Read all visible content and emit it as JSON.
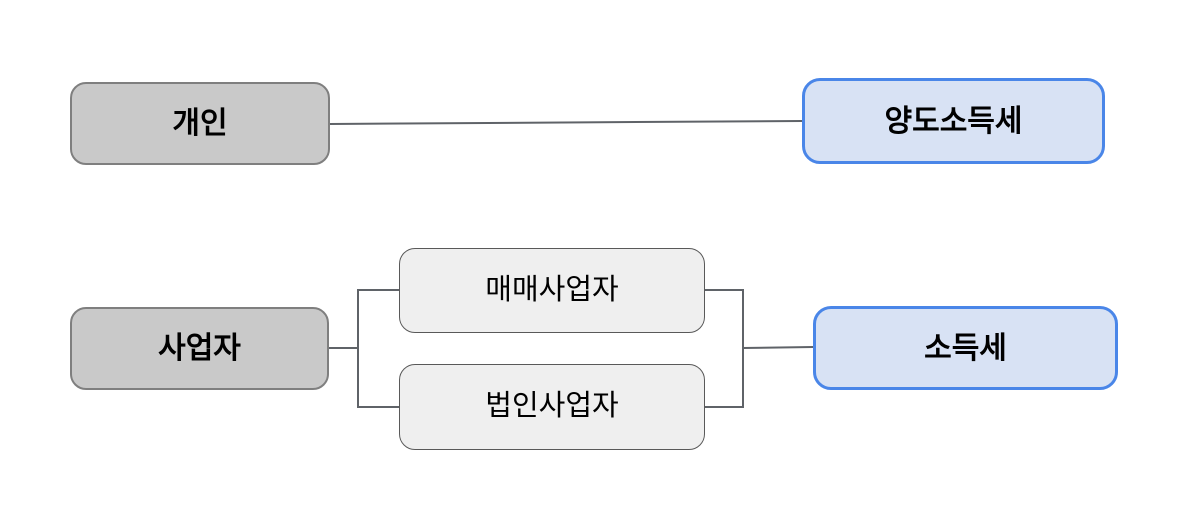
{
  "diagram": {
    "title_hint": "Korean real-estate tax classification flowchart",
    "nodes": {
      "individual": {
        "label": "개인",
        "style": "gray"
      },
      "capital_gains_tax": {
        "label": "양도소득세",
        "style": "blue"
      },
      "business": {
        "label": "사업자",
        "style": "gray"
      },
      "trading_business": {
        "label": "매매사업자",
        "style": "light"
      },
      "corporate_business": {
        "label": "법인사업자",
        "style": "light"
      },
      "income_tax": {
        "label": "소득세",
        "style": "blue"
      }
    },
    "edges": [
      {
        "from": "개인",
        "to": "양도소득세"
      },
      {
        "from": "사업자",
        "to": "매매사업자"
      },
      {
        "from": "사업자",
        "to": "법인사업자"
      },
      {
        "from": "매매사업자",
        "to": "소득세"
      },
      {
        "from": "법인사업자",
        "to": "소득세"
      }
    ],
    "colors": {
      "gray_node_fill": "#c9c9c9",
      "gray_node_border": "#7f7f7f",
      "light_node_fill": "#efefef",
      "light_node_border": "#595959",
      "blue_node_fill": "#d8e2f4",
      "blue_node_border": "#4a86e8",
      "connector": "#5f6368",
      "background": "#ffffff",
      "text": "#000000"
    }
  }
}
